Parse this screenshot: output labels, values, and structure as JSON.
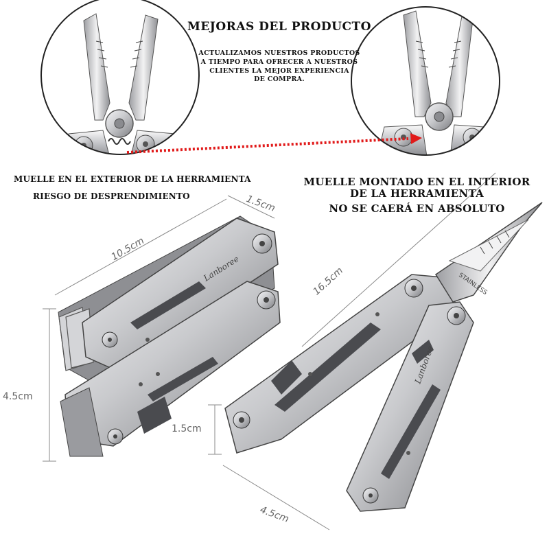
{
  "heading": {
    "title": "MEJORAS DEL PRODUCTO",
    "body_lines": [
      "ACTUALIZAMOS NUESTROS PRODUCTOS",
      "A TIEMPO PARA OFRECER A NUESTROS",
      "CLIENTES LA MEJOR EXPERIENCIA",
      "DE COMPRA."
    ]
  },
  "left_caption": {
    "line1": "MUELLE EN EL EXTERIOR DE LA HERRAMIENTA",
    "line2": "RIESGO DE DESPRENDIMIENTO"
  },
  "right_caption": {
    "line1": "MUELLE MONTADO EN EL INTERIOR",
    "line2": "DE LA HERRAMIENTA",
    "line3": "NO SE CAERÁ EN ABSOLUTO"
  },
  "dimensions": {
    "closed_length": "10.5cm",
    "closed_thickness": "1.5cm",
    "closed_height": "4.5cm",
    "open_length": "16.5cm",
    "open_thickness": "1.5cm",
    "open_width": "4.5cm"
  },
  "brand_engraving": "Lanboree",
  "jaw_stamp": "STAINLESS",
  "colors": {
    "arrow": "#e11a1a",
    "steel_light": "#e8e8ea",
    "steel_mid": "#b5b6ba",
    "steel_dark": "#6d6e72",
    "dimension_line": "#888888"
  }
}
